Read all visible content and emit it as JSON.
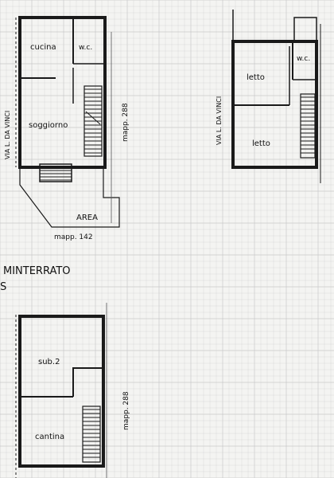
{
  "plans": {
    "ground_floor": {
      "rooms": {
        "kitchen": "cucina",
        "wc": "w.c.",
        "living": "soggiorno"
      },
      "street": "VIA L. DA VINCI",
      "parcel": "mapp. 288",
      "area": "AREA",
      "parcel_area": "mapp. 142"
    },
    "first_floor": {
      "rooms": {
        "bedroom_1": "letto",
        "wc": "w.c.",
        "bedroom_2": "letto"
      },
      "street": "VIA L. DA VINCI"
    },
    "basement": {
      "title": "MINTERRATO",
      "side_mark": "S",
      "rooms": {
        "sub": "sub.2",
        "cellar": "cantina"
      },
      "parcel": "mapp. 288"
    }
  },
  "palette": {
    "paper": "#f4f4f2",
    "grid": "#c9c9c9",
    "wall": "#1a1a1a"
  }
}
